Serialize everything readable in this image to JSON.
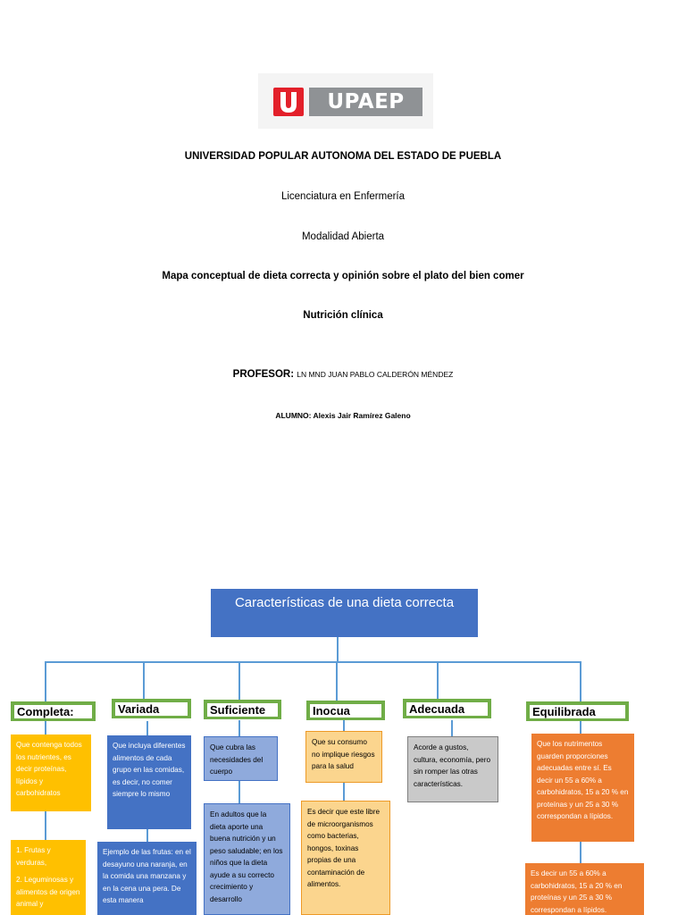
{
  "logo": {
    "text": "UPAEP",
    "colors": {
      "red": "#e3202a",
      "grey": "#8f9295"
    }
  },
  "header": {
    "university": "UNIVERSIDAD POPULAR AUTONOMA DEL ESTADO DE PUEBLA",
    "degree": "Licenciatura en Enfermería",
    "modality": "Modalidad Abierta",
    "assignment": "Mapa conceptual de dieta correcta y opinión sobre el plato del bien comer",
    "course": "Nutrición clínica",
    "professor_label": "PROFESOR:",
    "professor_name": "LN MND JUAN PABLO CALDERÓN MÉNDEZ",
    "student": "ALUMNO: Alexis Jair Ramírez Galeno"
  },
  "concept_map": {
    "title": "Características de una dieta correcta",
    "branches": [
      {
        "heading": "Completa:",
        "desc": "Que contenga todos los nutrientes, es decir proteínas, lípidos y carbohidratos",
        "detail_1": "1. Frutas y verduras,",
        "detail_2": "2. Leguminosas y alimentos de origen animal y"
      },
      {
        "heading": "Variada",
        "desc": "Que incluya diferentes alimentos de cada grupo en las comidas, es decir, no comer siempre lo mismo",
        "detail": "Ejemplo de las frutas: en el desayuno una naranja, en la comida una manzana y en la cena una pera. De esta manera"
      },
      {
        "heading": "Suficiente",
        "desc": "Que cubra las necesidades del cuerpo",
        "detail": "En adultos que la dieta aporte una buena nutrición y un peso saludable; en los niños que la dieta ayude a su correcto crecimiento y desarrollo"
      },
      {
        "heading": "Inocua",
        "desc": "Que su consumo no implique riesgos para la salud",
        "detail": "Es decir que este libre de microorganismos como bacterias, hongos, toxinas propias de una contaminación de alimentos."
      },
      {
        "heading": "Adecuada",
        "desc": "Acorde a gustos, cultura, economía, pero sin romper las otras características."
      },
      {
        "heading": "Equilibrada",
        "desc": "Que los nutrimentos guarden proporciones adecuadas entre sí. Es decir un 55 a 60% a carbohidratos, 15 a 20 % en proteínas y un 25 a 30 % correspondan a lípidos.",
        "detail": "Es decir un 55 a 60% a carbohidratos, 15 a 20 % en proteínas y un 25 a 30 % correspondan a lípidos."
      }
    ]
  }
}
